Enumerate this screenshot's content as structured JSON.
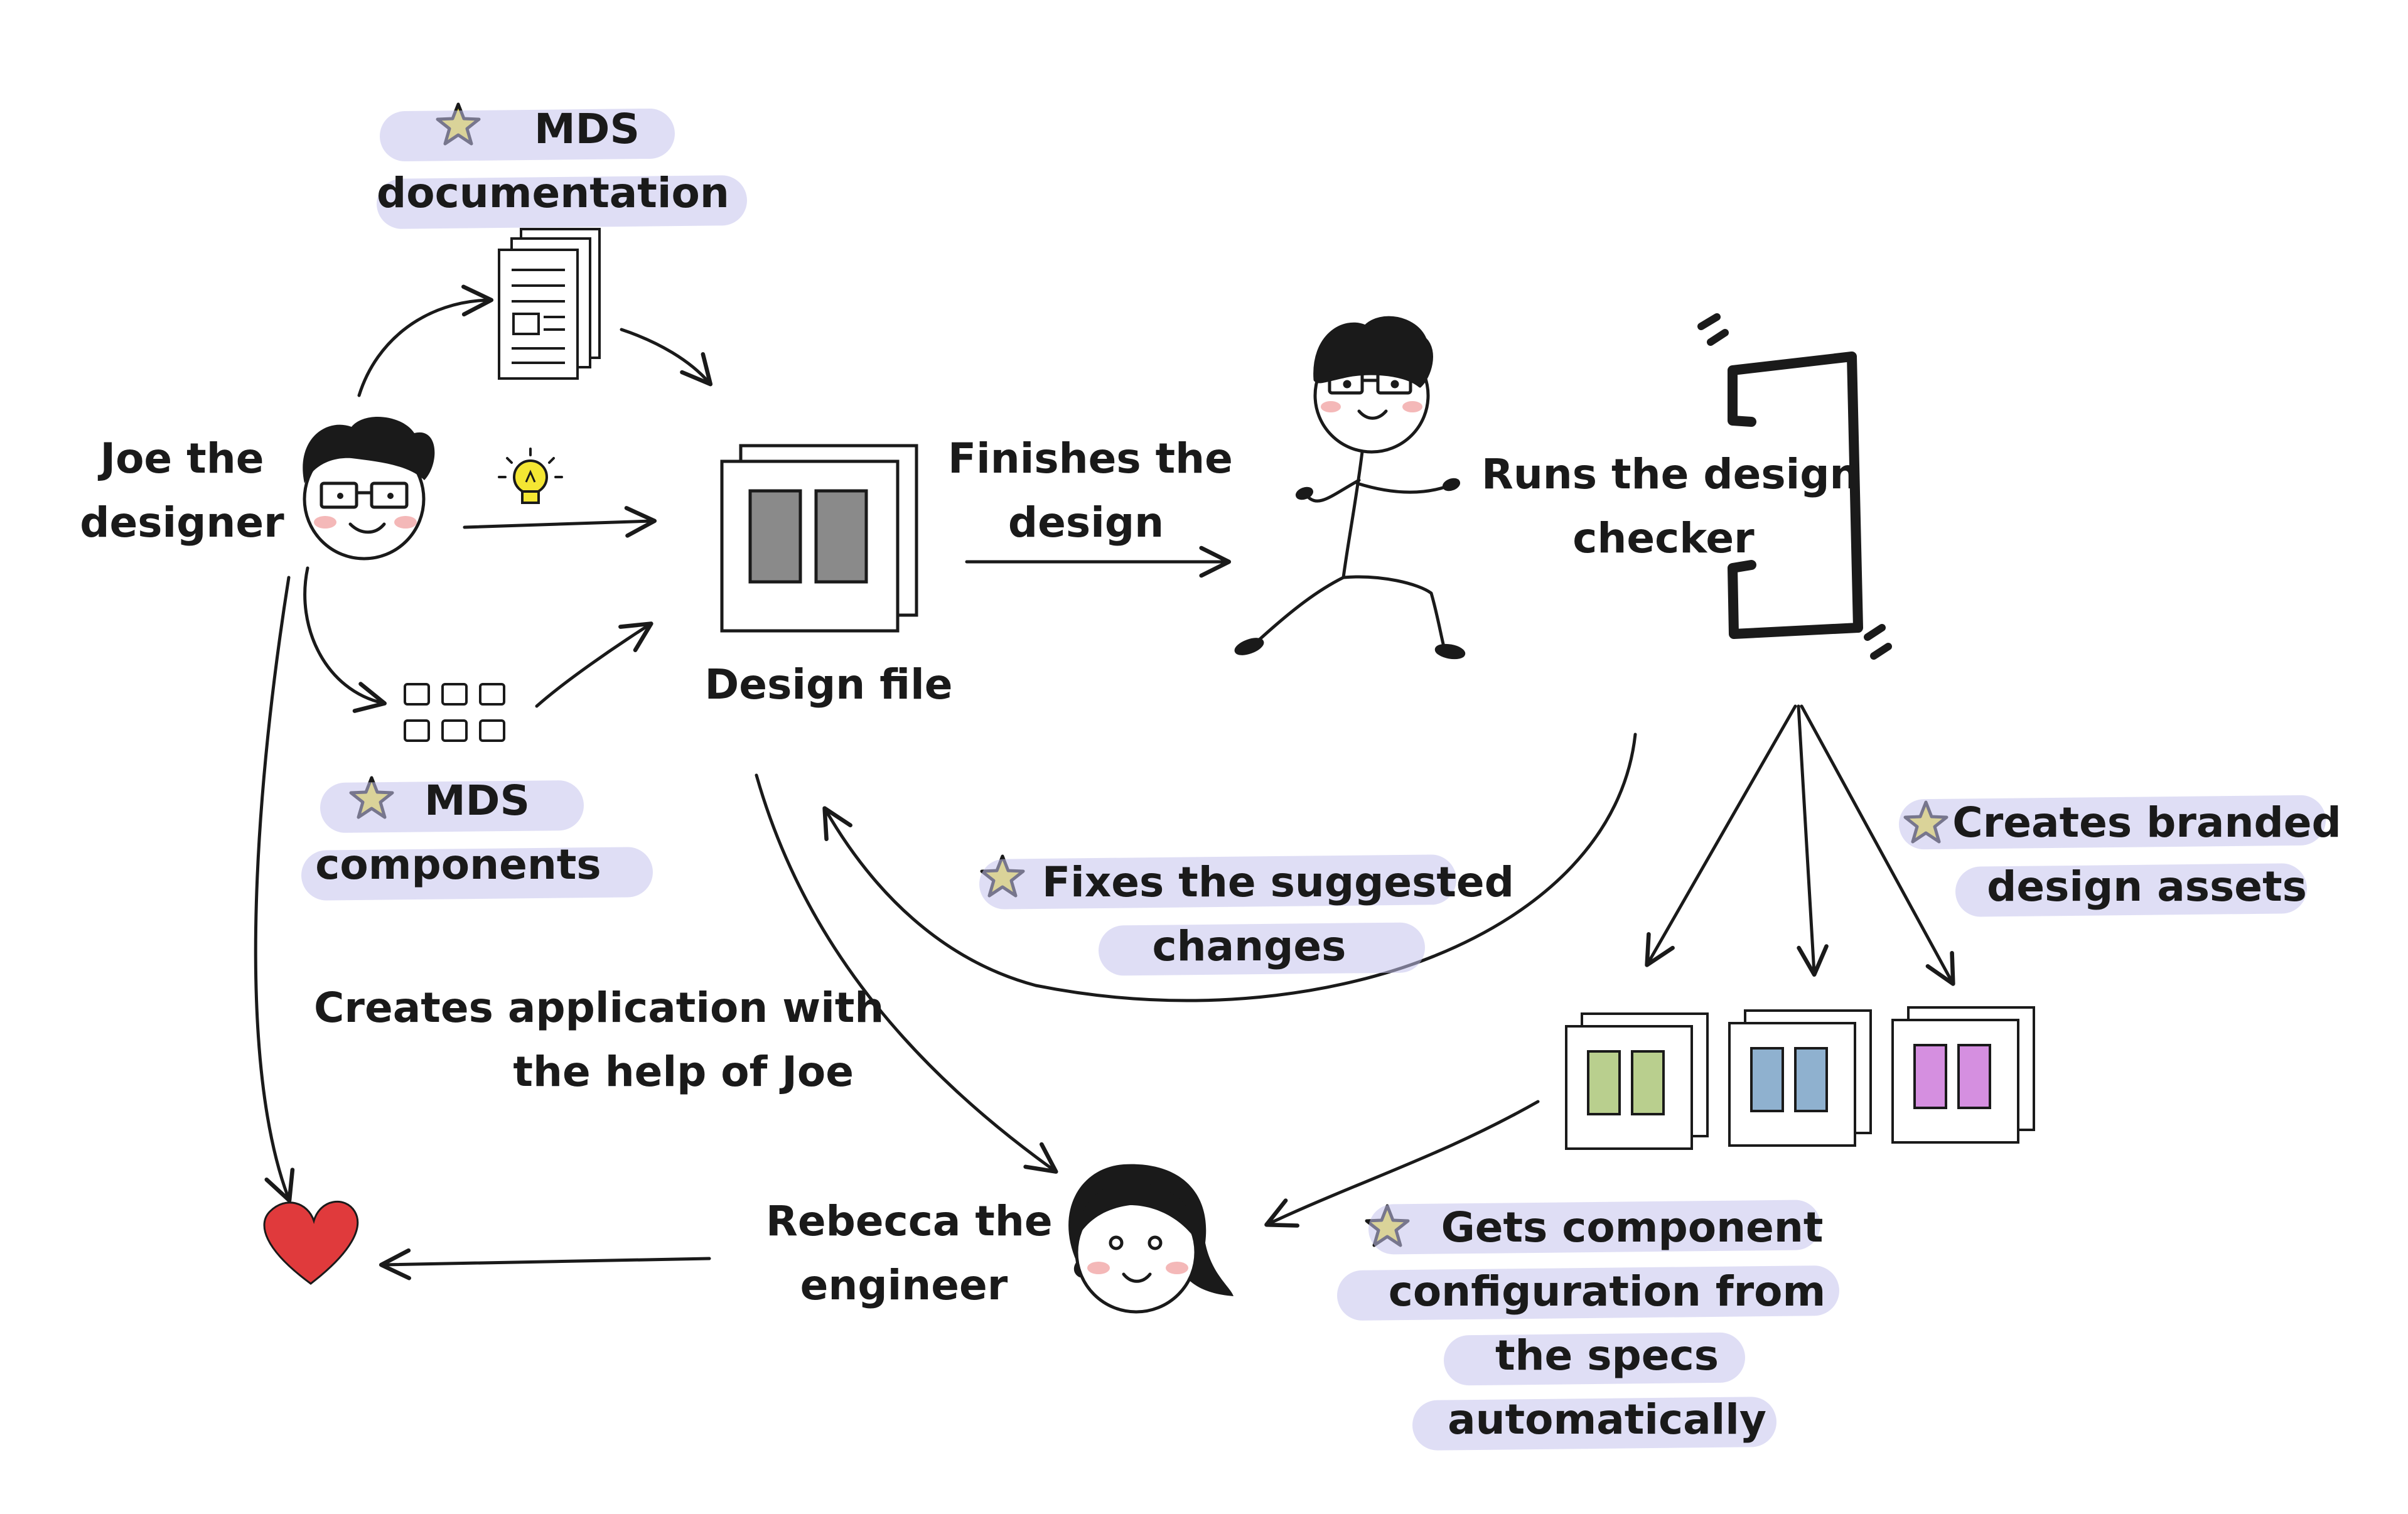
{
  "labels": {
    "joe": [
      "Joe the",
      "designer"
    ],
    "mds_doc": [
      "MDS",
      "documentation"
    ],
    "mds_comp": [
      "MDS",
      "components"
    ],
    "design_file": "Design file",
    "finishes": [
      "Finishes the",
      "design"
    ],
    "runs": [
      "Runs the design",
      "checker"
    ],
    "creates_branded": [
      "Creates branded",
      "design assets"
    ],
    "fixes": [
      "Fixes the suggested",
      "changes"
    ],
    "creates_app": [
      "Creates application with",
      "the help of Joe"
    ],
    "rebecca": [
      "Rebecca the",
      "engineer"
    ],
    "gets_config": [
      "Gets component",
      "configuration from",
      "the specs",
      "automatically"
    ]
  },
  "colors": {
    "ink": "#1a1a1a",
    "highlight": "#c4c2ec",
    "star": "#f4e633",
    "heart": "#e03a3c",
    "asset_green": "#b9cf8e",
    "asset_blue": "#8fb1cf",
    "asset_purple": "#d58fe0",
    "placeholder_gray": "#8a8a8a",
    "blush": "#f4b8b8"
  },
  "icons": [
    "star-icon",
    "lightbulb-icon",
    "heart-icon",
    "document-stack-icon",
    "component-grid-icon",
    "design-file-icon",
    "design-checker-icon"
  ]
}
